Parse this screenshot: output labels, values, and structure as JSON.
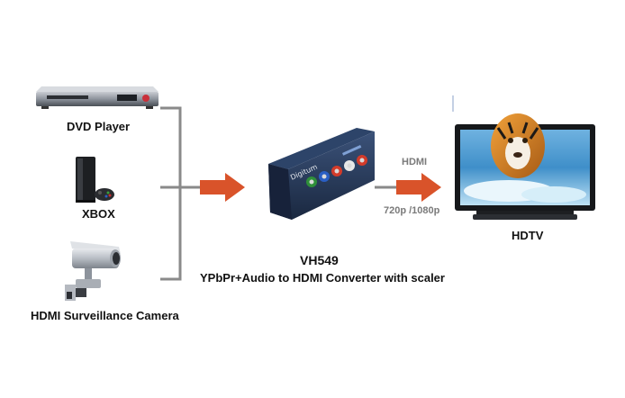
{
  "sources": [
    {
      "label": "DVD Player",
      "icon": "dvd-player-icon"
    },
    {
      "label": "XBOX",
      "icon": "xbox-console-icon"
    },
    {
      "label": "HDMI Surveillance Camera",
      "icon": "surveillance-camera-icon"
    }
  ],
  "converter": {
    "model": "VH549",
    "description": "YPbPr+Audio to HDMI Converter with scaler",
    "brand": "Digitum",
    "port_colors": [
      "#2f8f3a",
      "#2a5fc4",
      "#d23b2a",
      "#e8e8e8",
      "#d23b2a"
    ]
  },
  "output": {
    "link_label": "HDMI",
    "resolution_label": "720p /1080p",
    "display_label": "HDTV"
  },
  "colors": {
    "arrow": "#d9532a",
    "connector_line": "#8a8a8a",
    "converter_body": "#26395a"
  }
}
